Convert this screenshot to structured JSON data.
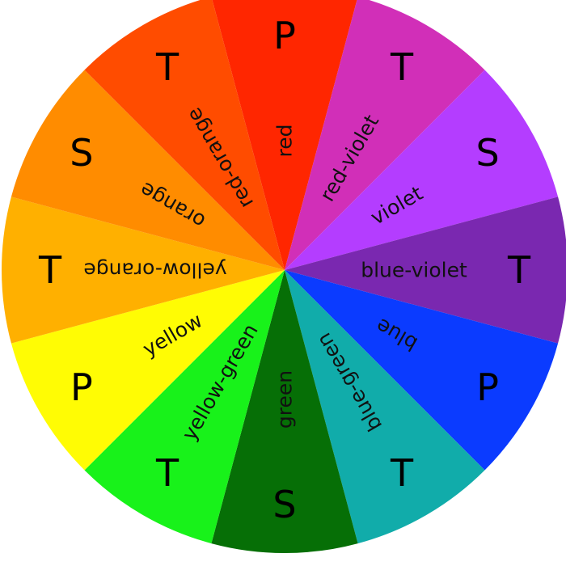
{
  "wheel": {
    "segments": [
      {
        "name": "red",
        "letter": "P",
        "color": "#FF2600"
      },
      {
        "name": "red-violet",
        "letter": "T",
        "color": "#D12FB8"
      },
      {
        "name": "violet",
        "letter": "S",
        "color": "#B43DFF"
      },
      {
        "name": "blue-violet",
        "letter": "T",
        "color": "#7A28B0"
      },
      {
        "name": "blue",
        "letter": "P",
        "color": "#0B3BFF"
      },
      {
        "name": "blue-green",
        "letter": "T",
        "color": "#11ACAA"
      },
      {
        "name": "green",
        "letter": "S",
        "color": "#066F06"
      },
      {
        "name": "yellow-green",
        "letter": "T",
        "color": "#18F21A"
      },
      {
        "name": "yellow",
        "letter": "P",
        "color": "#FFFC04"
      },
      {
        "name": "yellow-orange",
        "letter": "T",
        "color": "#FFB000"
      },
      {
        "name": "orange",
        "letter": "S",
        "color": "#FF8C00"
      },
      {
        "name": "red-orange",
        "letter": "T",
        "color": "#FF4C00"
      }
    ]
  }
}
